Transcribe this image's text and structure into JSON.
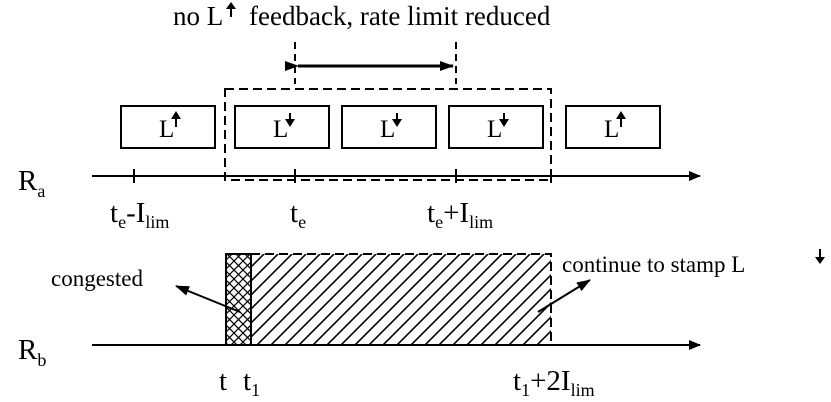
{
  "caption": {
    "text": "no L",
    "suffix": " feedback, rate limit reduced",
    "arrow": "up"
  },
  "timeline_a": {
    "label_main": "R",
    "label_sub": "a",
    "boxes": [
      {
        "text": "L",
        "arrow": "up"
      },
      {
        "text": "L",
        "arrow": "down"
      },
      {
        "text": "L",
        "arrow": "down"
      },
      {
        "text": "L",
        "arrow": "down"
      },
      {
        "text": "L",
        "arrow": "up"
      }
    ],
    "ticks": [
      {
        "main": "t",
        "sub": "e",
        "rest": "-I",
        "rest_sub": "lim"
      },
      {
        "main": "t",
        "sub": "e",
        "rest": "",
        "rest_sub": ""
      },
      {
        "main": "t",
        "sub": "e",
        "rest": "+I",
        "rest_sub": "lim"
      }
    ]
  },
  "timeline_b": {
    "label_main": "R",
    "label_sub": "b",
    "congested_label": "congested",
    "continue_label": "continue to stamp L",
    "continue_arrow": "down",
    "ticks": [
      {
        "main": "t",
        "sub": "",
        "rest": "",
        "rest_sub": ""
      },
      {
        "main": "t",
        "sub": "1",
        "rest": "",
        "rest_sub": ""
      },
      {
        "main": "t",
        "sub": "1",
        "rest": "+2I",
        "rest_sub": "lim"
      }
    ]
  }
}
